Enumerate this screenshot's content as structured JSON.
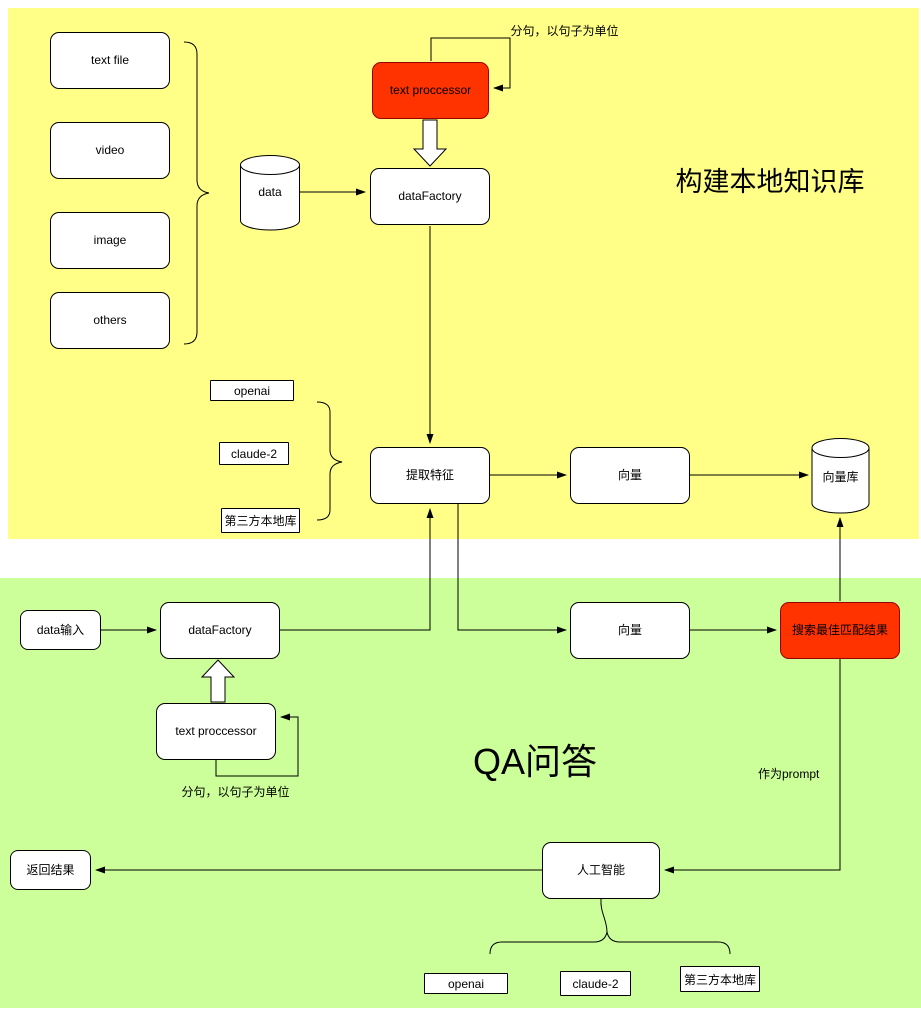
{
  "top": {
    "title": "构建本地知识库",
    "sources": [
      "text file",
      "video",
      "image",
      "others"
    ],
    "data_store": "data",
    "text_processor": "text proccessor",
    "split_note": "分句，以句子为单位",
    "data_factory": "dataFactory",
    "providers": [
      "openai",
      "claude-2",
      "第三方本地库"
    ],
    "extract_features": "提取特征",
    "vector": "向量",
    "vector_store": "向量库"
  },
  "bottom": {
    "title": "QA问答",
    "data_input": "data输入",
    "data_factory": "dataFactory",
    "text_processor": "text proccessor",
    "split_note": "分句，以句子为单位",
    "vector": "向量",
    "search_result": "搜索最佳匹配结果",
    "prompt_note": "作为prompt",
    "ai": "人工智能",
    "return_result": "返回结果",
    "providers": [
      "openai",
      "claude-2",
      "第三方本地库"
    ]
  },
  "colors": {
    "yellow": "#FFFF88",
    "green": "#CCFF99",
    "red": "#FF3300",
    "white": "#FFFFFF",
    "stroke": "#000000"
  }
}
